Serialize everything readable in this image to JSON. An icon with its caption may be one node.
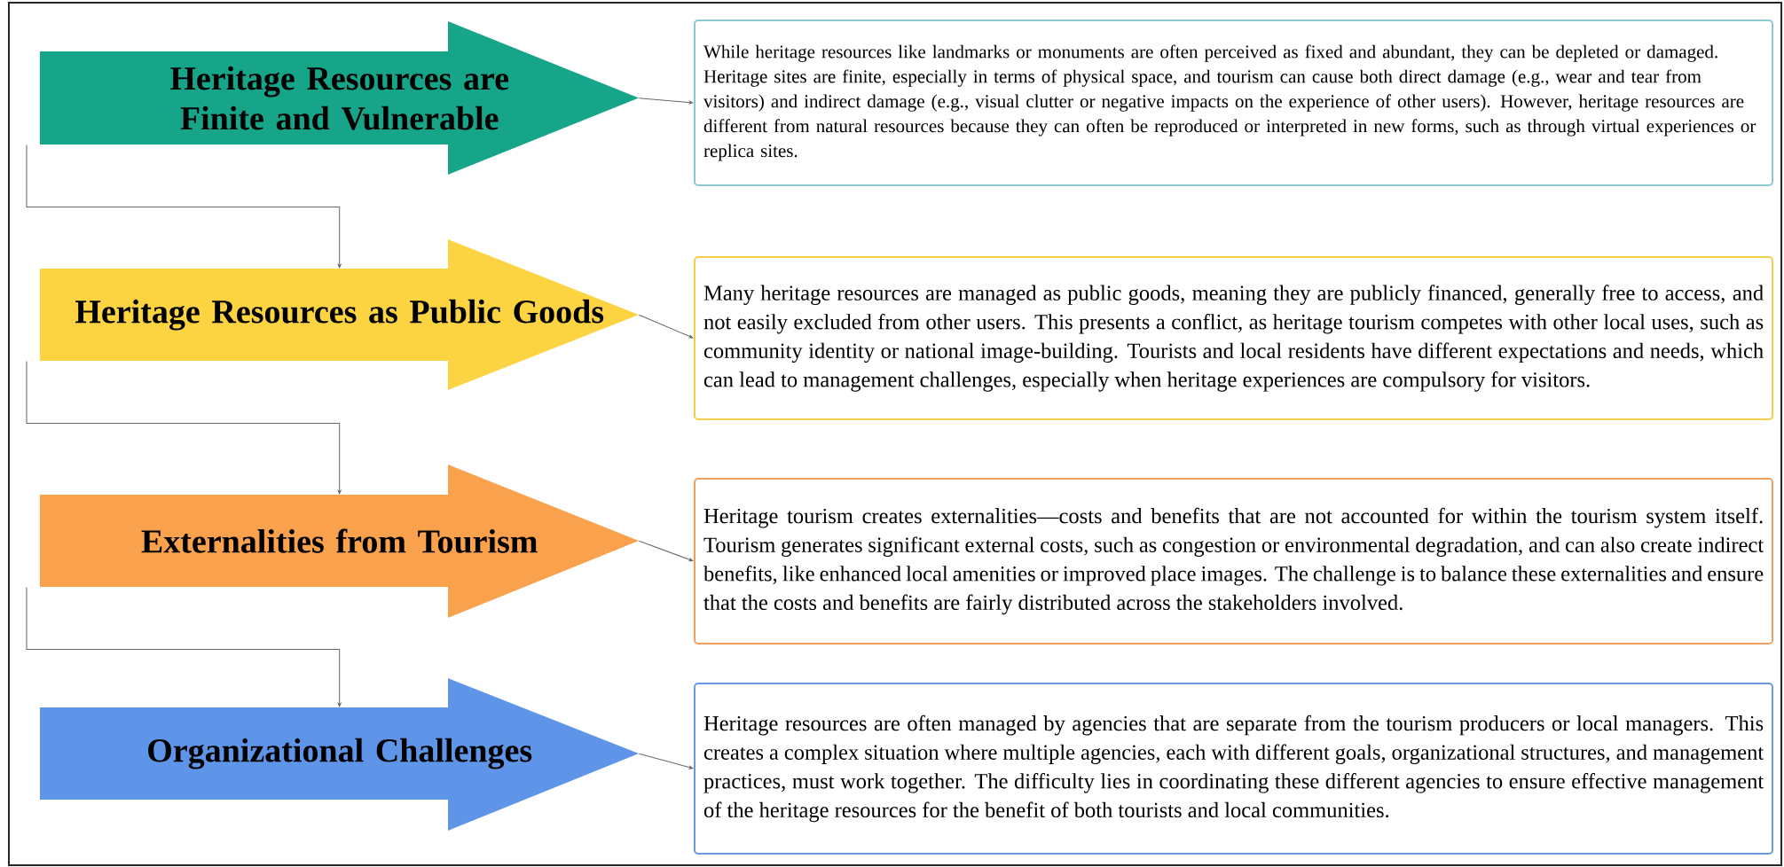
{
  "diagram": {
    "nodes": [
      {
        "text": [
          "Heritage Resources are Finite and Vulnerable"
        ]
      },
      {
        "text": [
          "While heritage resources like landmarks or monuments are often perceived as fixed and abundant, they can be depleted or damaged. Heritage sites are finite, especially in terms of physical space, and tourism can cause both direct damage (e.g., wear and tear from visitors) and indirect damage (e.g., visual clutter or negative impacts on the experience of other users). However, heritage resources are different from natural resources because they can often be reproduced or interpreted in new forms, such as through virtual experiences or replica sites."
        ]
      },
      {
        "text": [
          "Heritage Resources as Public Goods"
        ]
      },
      {
        "text": [
          "Many heritage resources are managed as public goods, meaning they are publicly financed, generally free to access, and not easily excluded from other users. This presents a conflict, as heritage tourism competes with other local uses, such as community identity or national image-building. Tourists and local residents have different expectations and needs, which can lead to management challenges, especially when heritage experiences are compulsory for visitors."
        ]
      },
      {
        "text": [
          "Externalities from Tourism"
        ]
      },
      {
        "text": [
          "Heritage tourism creates externalities—costs and benefits that are not accounted for within the tourism system itself. Tourism generates significant external costs, such as congestion or environmental degradation, and can also create indirect benefits, like enhanced local amenities or improved place images. The challenge is to balance these externalities and ensure that the costs and benefits are fairly distributed across the stakeholders involved."
        ]
      },
      {
        "text": [
          "Organizational Challenges"
        ]
      },
      {
        "text": [
          "Heritage resources are often managed by agencies that are separate from the tourism producers or local managers. This creates a complex situation where multiple agencies, each with different goals, organizational structures, and management practices, must work together. The difficulty lies in coordinating these different agencies to ensure effective management of the heritage resources for the benefit of both tourists and local communities."
        ]
      }
    ],
    "edges": [
      {
        "from": 0,
        "to": 1,
        "arrow": "to"
      },
      {
        "from": 0,
        "to": 2,
        "arrow": "to"
      },
      {
        "from": 2,
        "to": 3,
        "arrow": "to"
      },
      {
        "from": 2,
        "to": 4,
        "arrow": "to"
      },
      {
        "from": 4,
        "to": 5,
        "arrow": "to"
      },
      {
        "from": 4,
        "to": 6,
        "arrow": "to"
      },
      {
        "from": 6,
        "to": 7,
        "arrow": "to"
      }
    ]
  }
}
